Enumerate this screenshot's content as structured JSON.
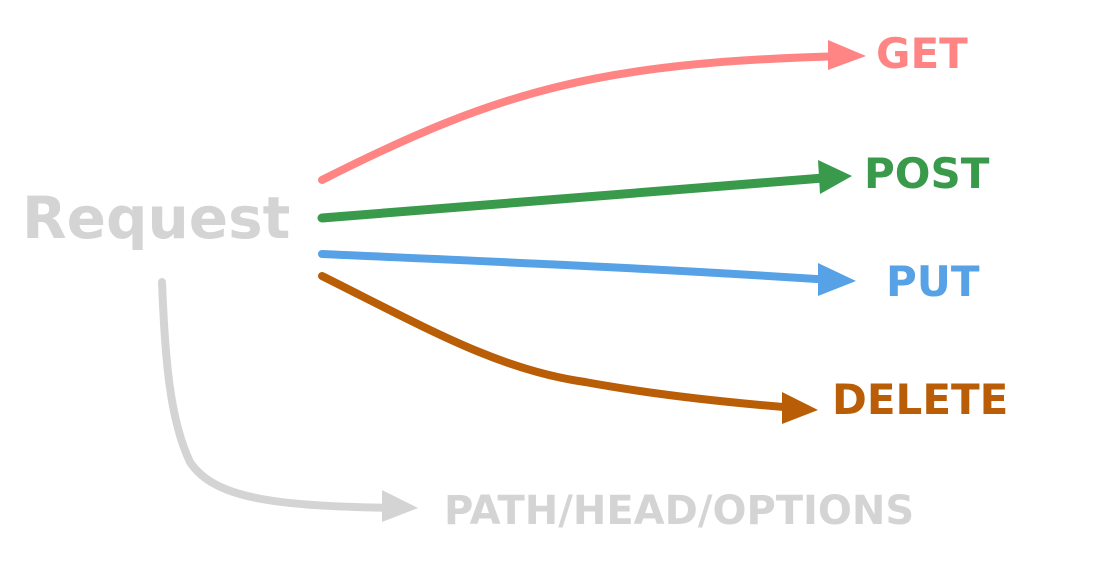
{
  "source": {
    "label": "Request",
    "color": "#d4d4d4"
  },
  "methods": [
    {
      "label": "GET",
      "color": "#ff8585"
    },
    {
      "label": "POST",
      "color": "#3a9a4c"
    },
    {
      "label": "PUT",
      "color": "#57a2e6"
    },
    {
      "label": "DELETE",
      "color": "#b95d06"
    }
  ],
  "other": {
    "label": "PATH/HEAD/OPTIONS",
    "color": "#d4d4d4"
  }
}
